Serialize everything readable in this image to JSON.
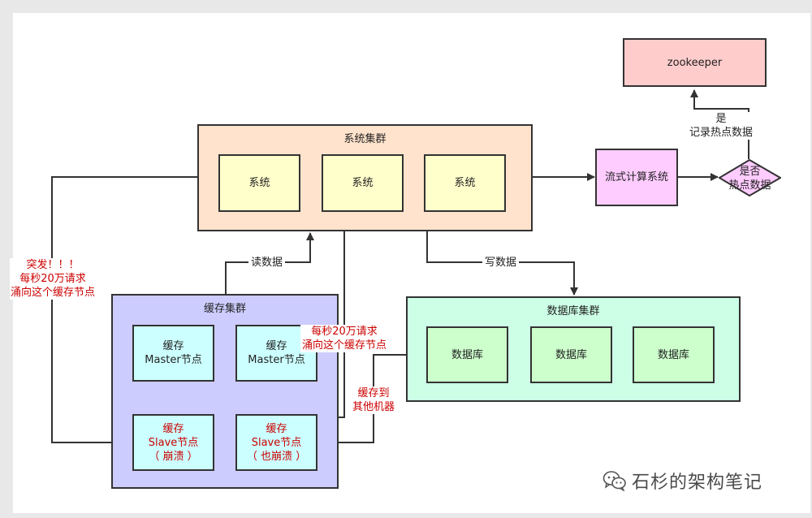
{
  "colors": {
    "system_cluster": "#ffe3cc",
    "system_node": "#ffffcc",
    "cache_cluster": "#ccccff",
    "cache_master": "#ccffff",
    "cache_slave": "#ccffff",
    "db_cluster": "#ccffe6",
    "db_node": "#ccffcc",
    "stream": "#ffccff",
    "zookeeper": "#ffcccc",
    "annotation": "#cc0000"
  },
  "system_cluster": {
    "label": "系统集群",
    "nodes": [
      "系统",
      "系统",
      "系统"
    ]
  },
  "stream_compute": {
    "label": "流式计算系统"
  },
  "hot_decision": {
    "label": "是否\n热点数据"
  },
  "zookeeper": {
    "label": "zookeeper"
  },
  "record_label": "是\n记录热点数据",
  "cache_cluster": {
    "label": "缓存集群",
    "master1": "缓存\nMaster节点",
    "master2": "缓存\nMaster节点",
    "slave1": "缓存\nSlave节点\n（ 崩溃 ）",
    "slave2": "缓存\nSlave节点\n（ 也崩溃 ）"
  },
  "db_cluster": {
    "label": "数据库集群",
    "nodes": [
      "数据库",
      "数据库",
      "数据库"
    ]
  },
  "edges": {
    "read": "读数据",
    "write": "写数据",
    "burst": "突发！！！\n每秒20万请求\n涌向这个缓存节点",
    "surge": "每秒20万请求\n涌向这个缓存节点",
    "fallback": "缓存到\n其他机器"
  },
  "watermark": {
    "text": "石杉的架构笔记",
    "icon": "wechat-icon"
  }
}
